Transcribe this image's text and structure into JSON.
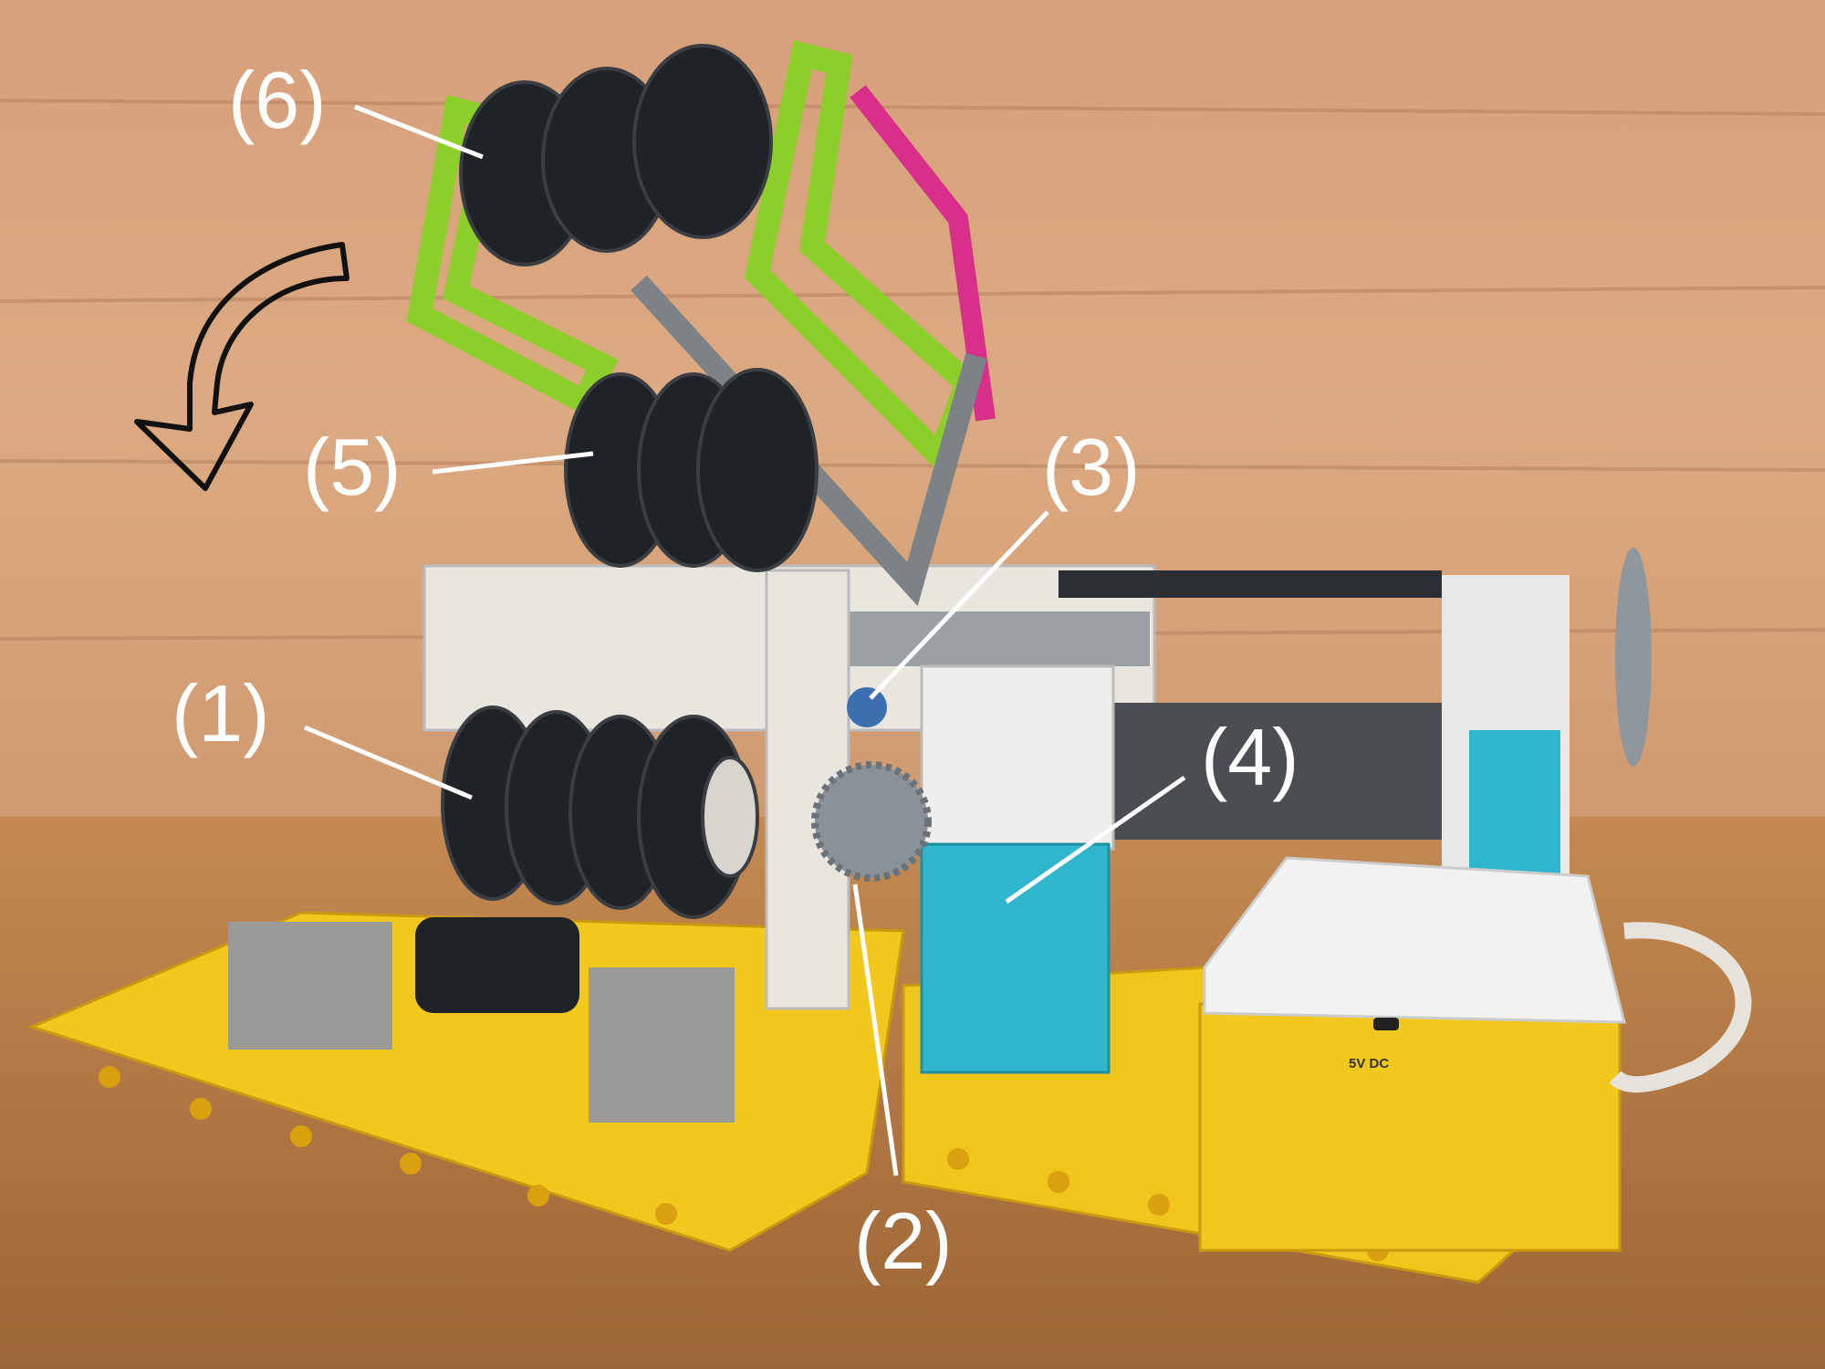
{
  "labels": [
    {
      "id": "1",
      "text": "(1)"
    },
    {
      "id": "2",
      "text": "(2)"
    },
    {
      "id": "3",
      "text": "(3)"
    },
    {
      "id": "4",
      "text": "(4)"
    },
    {
      "id": "5",
      "text": "(5)"
    },
    {
      "id": "6",
      "text": "(6)"
    }
  ],
  "hub_marking": "5V DC",
  "colors": {
    "wall": "#d9a47a",
    "table": "#b47a45",
    "plate": "#f2c81e",
    "tire": "#1f2226",
    "lime": "#8ccf2a",
    "magenta": "#d8308a",
    "cyan": "#2fb5cc",
    "label": "#ffffff"
  }
}
